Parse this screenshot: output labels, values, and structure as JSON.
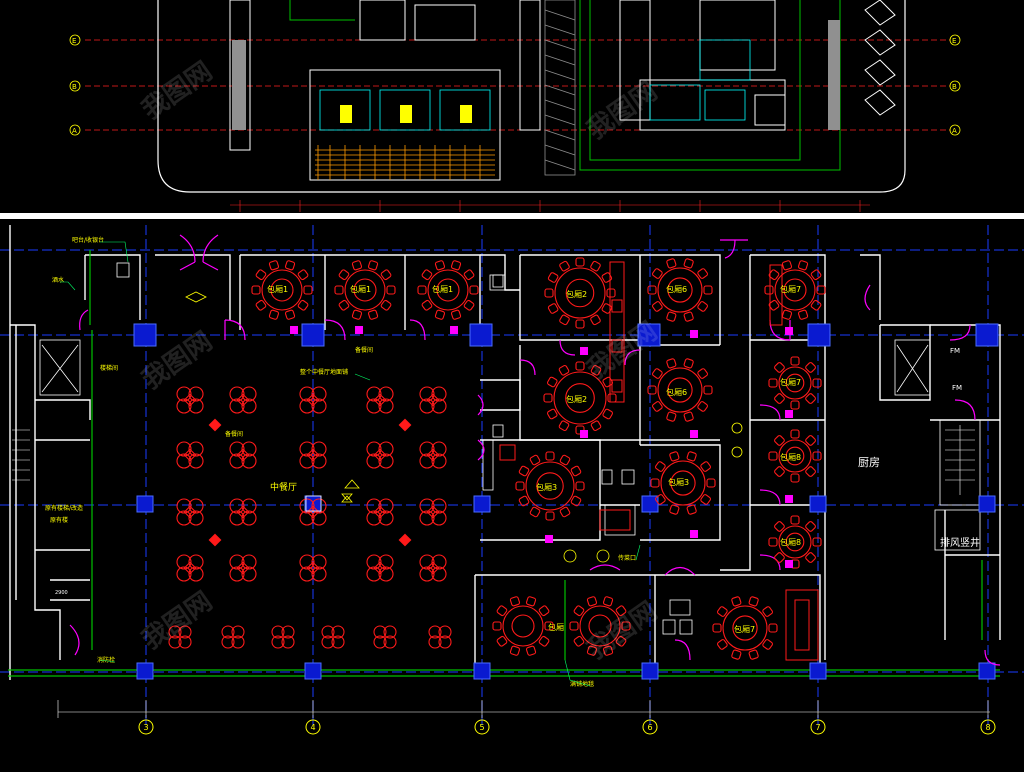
{
  "colors": {
    "background": "#000000",
    "wall": "#ffffff",
    "furniture": "#ff0000",
    "axis": "#0000ff",
    "door": "#ff00ff",
    "column": "#0000ff",
    "label": "#ffff00",
    "curtain": "#00c000",
    "divider": "#ffffff"
  },
  "grid_axes": {
    "horizontal_top": [
      "E",
      "B",
      "A"
    ],
    "vertical_bottom": [
      "3",
      "4",
      "5",
      "6",
      "7",
      "8"
    ]
  },
  "rooms": {
    "main_hall": "中餐厅",
    "kitchen": "厨房",
    "exhaust_shaft": "排风竖井",
    "private_rooms": [
      "包厢1",
      "包厢1",
      "包厢1",
      "包厢2",
      "包厢6",
      "包厢7",
      "包厢2",
      "包厢6",
      "包厢7",
      "包厢3",
      "包厢3",
      "包厢8",
      "包厢8",
      "包厢",
      "包厢7"
    ]
  },
  "annotations": {
    "top_left_note": "吧台/收银台",
    "left_label_1": "酒水",
    "left_label_2": "楼梯间",
    "left_label_3": "原有楼梯/改造",
    "left_label_4": "原有楼",
    "left_label_5": "2900",
    "hall_note": "整个中餐厅地面铺",
    "bottom_note": "满铺地毯",
    "bottom_left_note": "消防栓",
    "fm_1": "FM",
    "fm_2": "FM",
    "side_label_1": "备餐间",
    "side_label_2": "备餐间",
    "small_note": "传菜口"
  },
  "watermark": "我图网"
}
